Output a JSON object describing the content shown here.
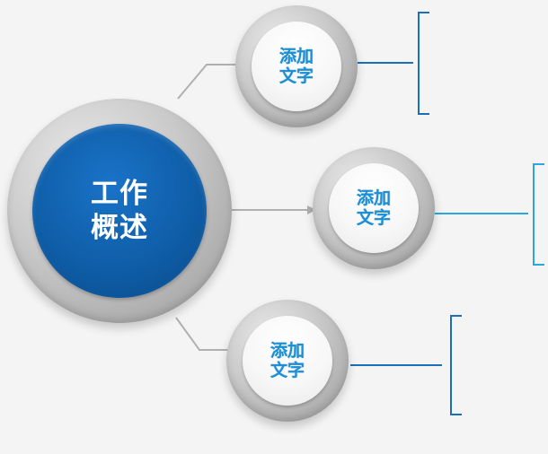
{
  "hub": {
    "label": "工作概述"
  },
  "nodes": [
    {
      "label": "添加文字"
    },
    {
      "label": "添加文字"
    },
    {
      "label": "添加文字"
    }
  ],
  "colors": {
    "hub_fill": "#0f5ea8",
    "node_text": "#1a8fd6",
    "connector": "#b0b0b0",
    "bracket": "#1a6fb8",
    "bracket_light": "#2aa7e0"
  }
}
